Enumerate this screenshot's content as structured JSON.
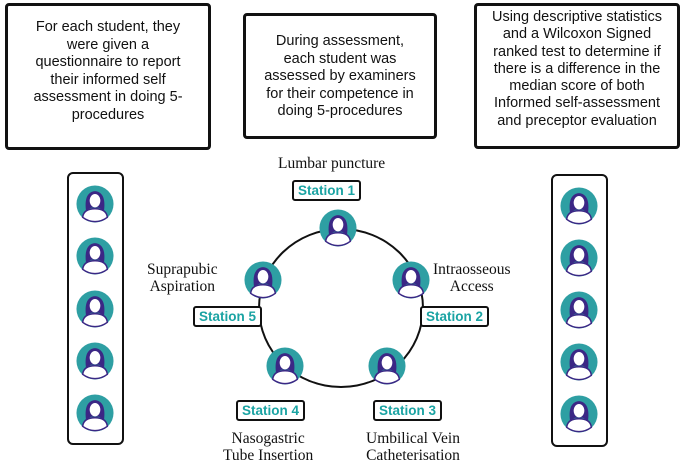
{
  "boxes": {
    "left": "For each student, they\nwere given a\nquestionnaire to report\ntheir informed self\nassessment in doing 5-\nprocedures",
    "center": "During assessment,\neach student was\nassessed by examiners\nfor their competence in\ndoing 5-procedures",
    "right": "Using descriptive statistics\nand a Wilcoxon Signed\nranked test to determine if\nthere is a difference in the\nmedian score of both\nInformed self-assessment\nand preceptor evaluation"
  },
  "stations": [
    {
      "label": "Station 1",
      "procedure": "Lumbar puncture"
    },
    {
      "label": "Station 2",
      "procedure": "Intraosseous\nAccess"
    },
    {
      "label": "Station 3",
      "procedure": "Umbilical Vein\nCatheterisation"
    },
    {
      "label": "Station 4",
      "procedure": "Nasogastric\nTube Insertion"
    },
    {
      "label": "Station 5",
      "procedure": "Suprapubic\nAspiration"
    }
  ],
  "icons": {
    "avatar": "student-avatar-icon"
  },
  "colors": {
    "teal": "#1aa3a3",
    "purple": "#3b2785",
    "avatar_bg": "#2e9fa3",
    "face_fill": "#ffffff"
  }
}
